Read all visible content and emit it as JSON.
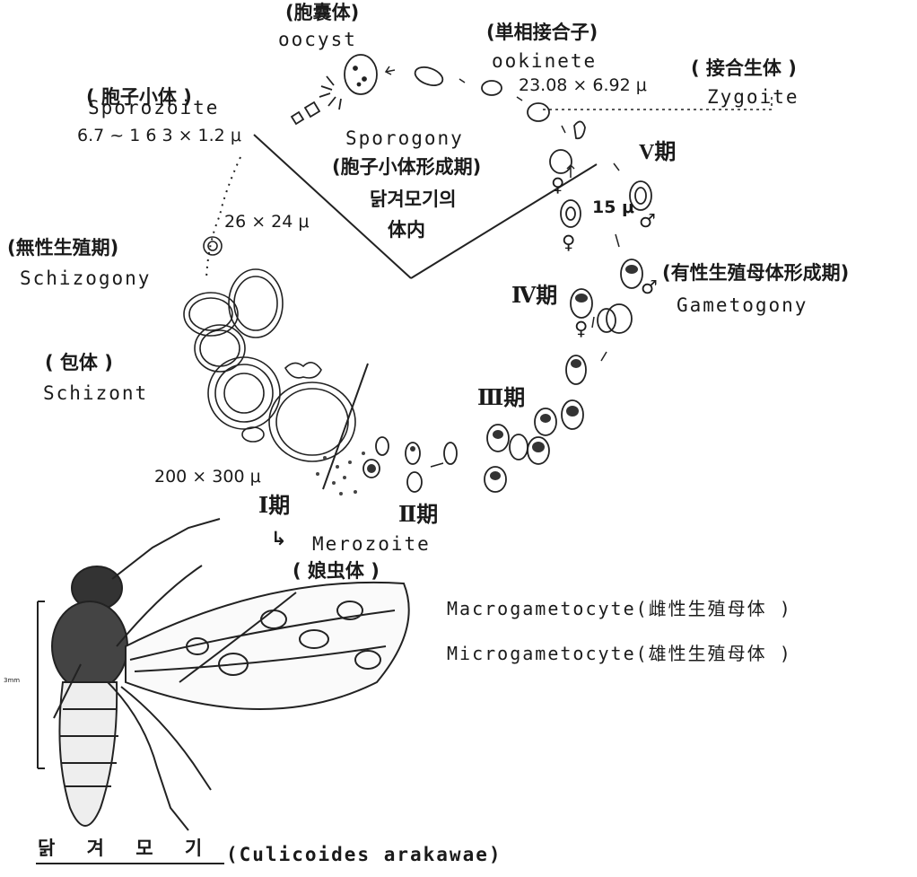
{
  "labels": {
    "oocyst_cjk": "(胞囊体)",
    "oocyst": "oocyst",
    "ookinete_cjk": "(単相接合子)",
    "ookinete": "ookinete",
    "ookinete_size": "23.08 × 6.92 μ",
    "zygoite_cjk": "( 接合生体 )",
    "zygoite": "Zygoite",
    "sporozoite_cjk": "( 胞子小体 )",
    "sporozoite": "Sporozoite",
    "sporozoite_size": "6.7 ~ 1 6 3 × 1.2 μ",
    "sporogony": "Sporogony",
    "sporogony_cjk": "(胞子小体形成期)",
    "host_korean_1": "닭겨모기의",
    "host_korean_2": "体内",
    "stage_v": "V期",
    "size_15": "15 μ",
    "size_26_24": "26 × 24 μ",
    "schizogony_cjk": "(無性生殖期)",
    "schizogony": "Schizogony",
    "gametogony_cjk": "(有性生殖母体形成期)",
    "gametogony": "Gametogony",
    "stage_iv": "Ⅳ期",
    "schizont_cjk": "( 包体 )",
    "schizont": "Schizont",
    "stage_iii": "Ⅲ期",
    "size_200_300": "200 × 300 μ",
    "stage_i": "Ⅰ期",
    "stage_ii": "Ⅱ期",
    "merozoite_arrow": "↳",
    "merozoite": "Merozoite",
    "merozoite_cjk": "( 娘虫体 )",
    "macro": "Macrogametocyte(雌性生殖母体 )",
    "micro": "Microgametocyte(雄性生殖母体 )",
    "scale_tag": "3mm",
    "caption_korean": "닭 겨 모 기",
    "caption_latin": "(Culicoides arakawae)"
  },
  "symbols": {
    "female": "♀",
    "male": "♂"
  }
}
